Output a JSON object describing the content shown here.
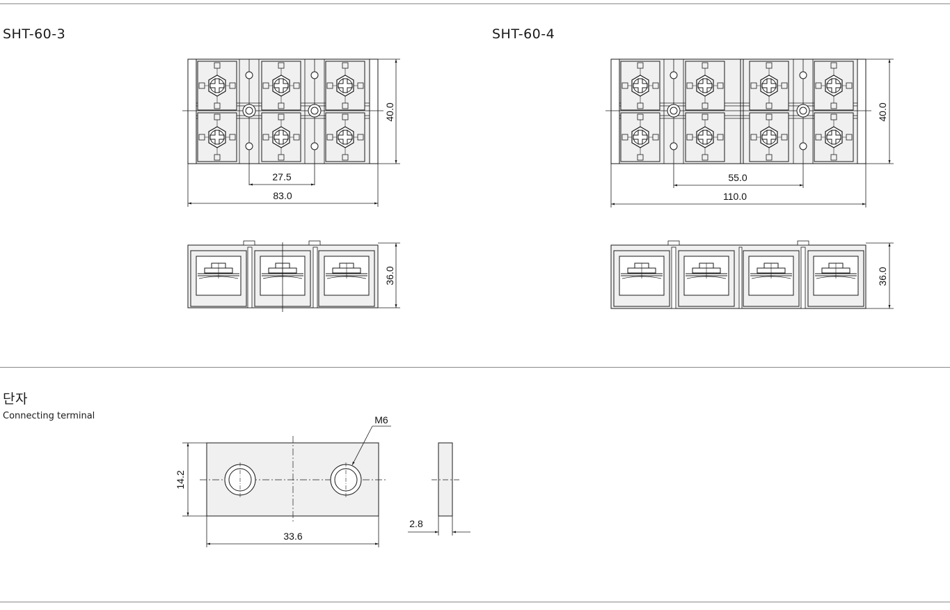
{
  "sections": [
    {
      "title": "SHT-60-3"
    },
    {
      "title": "SHT-60-4"
    },
    {
      "title": "단자",
      "subtitle": "Connecting terminal"
    }
  ],
  "dimensions": {
    "sht60_3": {
      "pitch": "27.5",
      "width": "83.0",
      "height": "40.0",
      "depth": "36.0"
    },
    "sht60_4": {
      "pitch": "55.0",
      "width": "110.0",
      "height": "40.0",
      "depth": "36.0"
    },
    "terminal": {
      "thread": "M6",
      "height": "14.2",
      "width": "33.6",
      "thickness": "2.8"
    }
  },
  "colors": {
    "line": "#1a1a1a",
    "face": "#f0f0f0",
    "rule": "#8a8a8a"
  }
}
